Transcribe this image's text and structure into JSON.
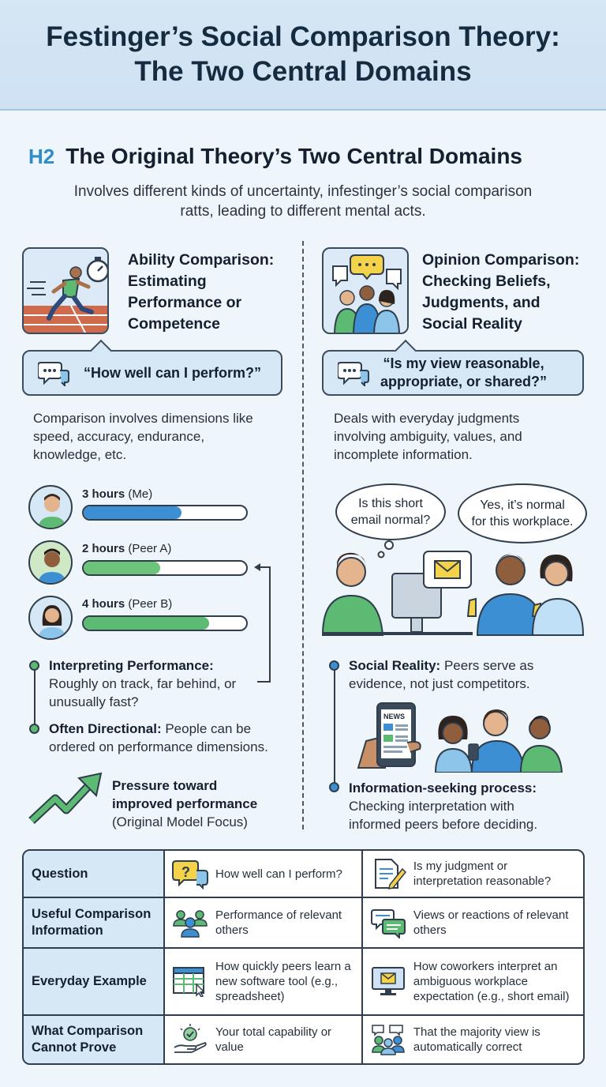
{
  "header": {
    "title_line1": "Festinger’s Social Comparison Theory:",
    "title_line2": "The Two Central Domains"
  },
  "section": {
    "tag": "H2",
    "title": "The Original Theory’s Two Central Domains",
    "intro_line1": "Involves different kinds of uncertainty, infestinger’s social comparison",
    "intro_line2": "ratts, leading to different mental acts."
  },
  "ability": {
    "title": [
      "Ability Comparison:",
      "Estimating",
      "Performance or",
      "Competence"
    ],
    "question": "“How well can I perform?”",
    "desc": [
      "Comparison involves dimensions like",
      "speed, accuracy, endurance,",
      "knowledge, etc."
    ],
    "bars": [
      {
        "value": "3 hours",
        "who": "(Me)",
        "fill": 0.6,
        "color": "#3d8fd4"
      },
      {
        "value": "2 hours",
        "who": "(Peer A)",
        "fill": 0.47,
        "color": "#6cc47a"
      },
      {
        "value": "4 hours",
        "who": "(Peer B)",
        "fill": 0.77,
        "color": "#5cba72"
      }
    ],
    "bullet1_bold": "Interpreting Performance:",
    "bullet1_text": [
      "Roughly on track, far behind, or",
      "unusually fast?"
    ],
    "bullet2_bold": "Often Directional:",
    "bullet2_text": [
      " People can be",
      "ordered on performance dimensions."
    ],
    "pressure_bold": [
      "Pressure toward",
      "improved performance"
    ],
    "pressure_text": "(Original Model Focus)"
  },
  "opinion": {
    "title": [
      "Opinion Comparison:",
      "Checking Beliefs,",
      "Judgments, and",
      "Social Reality"
    ],
    "question": [
      "“Is my view reasonable,",
      "appropriate, or shared?”"
    ],
    "desc": [
      "Deals with everyday judgments",
      "involving ambiguity, values, and",
      "incomplete information."
    ],
    "thought": [
      "Is this short",
      "email normal?"
    ],
    "reply": [
      "Yes, it’s normal",
      "for this workplace."
    ],
    "news_label": "NEWS",
    "bullet1_bold": "Social Reality:",
    "bullet1_text": [
      " Peers serve as",
      "evidence, not just competitors."
    ],
    "bullet2_bold": "Information-seeking process:",
    "bullet2_text": [
      "Checking interpretation with",
      "informed peers before deciding."
    ]
  },
  "table": {
    "rows": [
      {
        "head": "Question",
        "left": "How well can I perform?",
        "right": "Is my judgment or interpretation reasonable?"
      },
      {
        "head": "Useful Comparison Information",
        "left": "Performance of relevant others",
        "right": "Views or reactions of relevant others"
      },
      {
        "head": "Everyday Example",
        "left": "How quickly peers learn a new software tool (e.g., spreadsheet)",
        "right": "How coworkers interpret an ambiguous workplace expectation (e.g., short email)"
      },
      {
        "head": "What Comparison Cannot Prove",
        "left": "Your total capability or value",
        "right": "That the majority view is automatically correct"
      }
    ]
  },
  "colors": {
    "accent_blue": "#2f8dc9",
    "panel_blue": "#d6e7f6",
    "green": "#5cba72",
    "bar_blue": "#3d8fd4"
  },
  "icons": [
    "stopwatch-icon",
    "runner-icon",
    "chat-icon",
    "trend-arrow-icon",
    "question-icon",
    "document-pen-icon",
    "people-icon",
    "chat-bubbles-icon",
    "spreadsheet-icon",
    "email-monitor-icon",
    "hand-check-icon",
    "group-icon"
  ]
}
